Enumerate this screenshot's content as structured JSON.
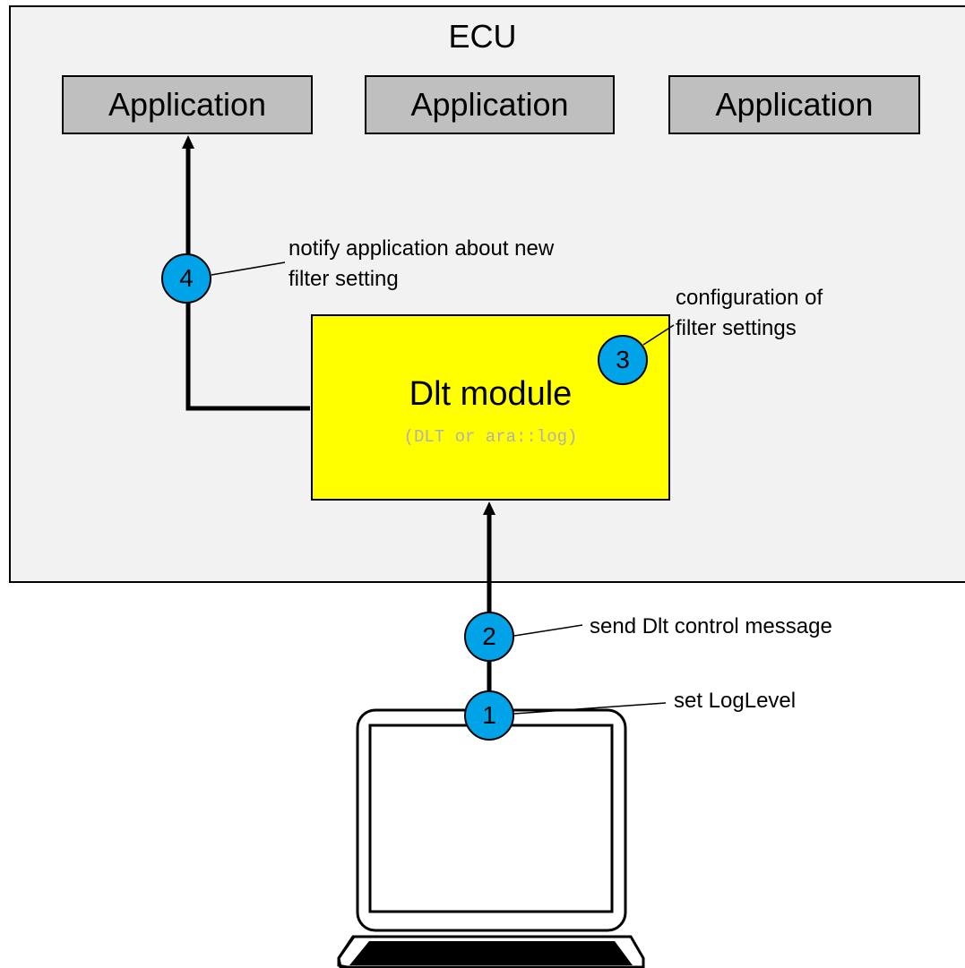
{
  "ecu": {
    "title": "ECU"
  },
  "applications": [
    {
      "label": "Application"
    },
    {
      "label": "Application"
    },
    {
      "label": "Application"
    }
  ],
  "dlt_module": {
    "title": "Dlt module",
    "subtitle": "(DLT or ara::log)"
  },
  "steps": [
    {
      "number": "1",
      "label": "set LogLevel"
    },
    {
      "number": "2",
      "label": "send Dlt control message"
    },
    {
      "number": "3",
      "label": "configuration of\nfilter settings"
    },
    {
      "number": "4",
      "label": "notify application about new\nfilter setting"
    }
  ],
  "colors": {
    "ecu_background": "#f2f2f2",
    "application_fill": "#bfbfbf",
    "dlt_module_fill": "#ffff00",
    "step_badge_fill": "#00a3e8"
  }
}
